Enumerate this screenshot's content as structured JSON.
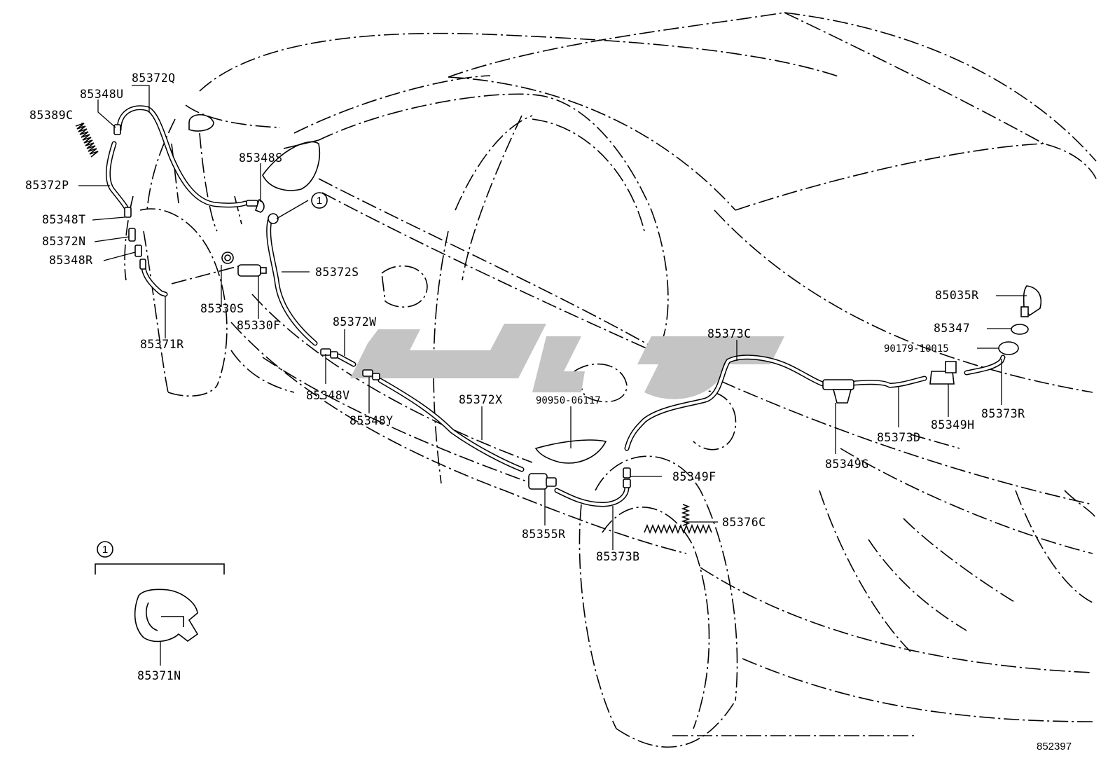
{
  "diagram": {
    "drawing_number": "852397",
    "detail_marker": "1",
    "part_labels": {
      "p85372Q": "85372Q",
      "p85348U": "85348U",
      "p85389C": "85389C",
      "p85372P": "85372P",
      "p85348T": "85348T",
      "p85372N": "85372N",
      "p85348R": "85348R",
      "p85348S": "85348S",
      "p85372S": "85372S",
      "p85330S": "85330S",
      "p85330F": "85330F",
      "p85371R": "85371R",
      "p85372W": "85372W",
      "p85348V": "85348V",
      "p85348Y": "85348Y",
      "p85372X": "85372X",
      "p90950": "90950-06117",
      "p85373C": "85373C",
      "p85349G": "85349G",
      "p85373D": "85373D",
      "p85349H": "85349H",
      "p85373R": "85373R",
      "p85035R": "85035R",
      "p85347": "85347",
      "p90179": "90179-10015",
      "p85349F": "85349F",
      "p85376C": "85376C",
      "p85355R": "85355R",
      "p85373B": "85373B",
      "p85371N": "85371N"
    }
  }
}
